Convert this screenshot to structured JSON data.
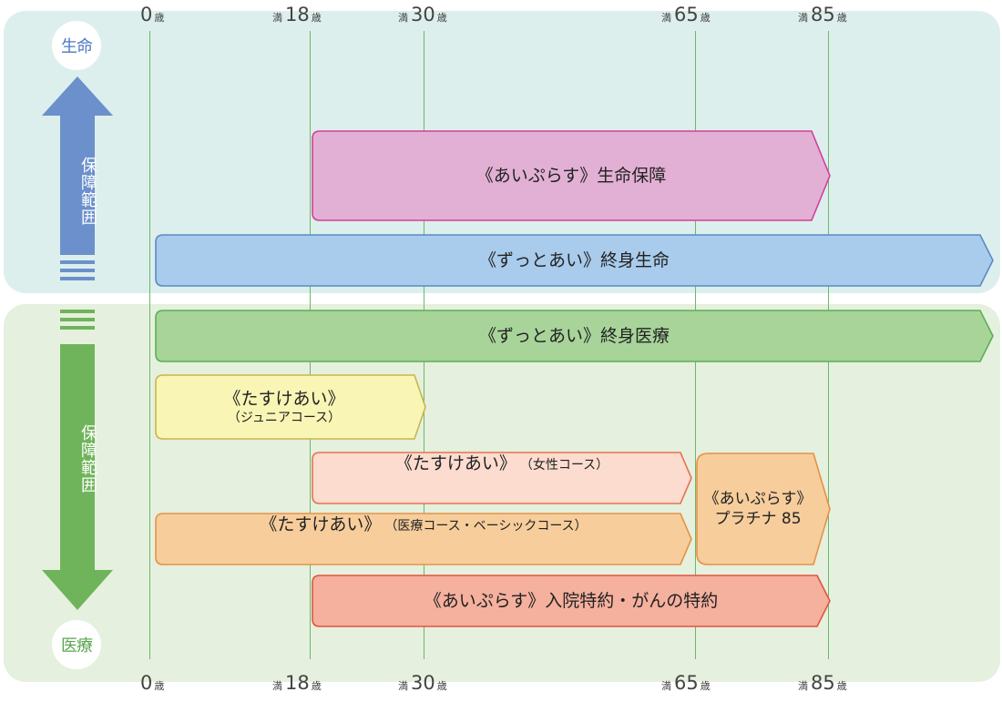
{
  "ticks": [
    {
      "id": "0",
      "pre": "",
      "num": "0",
      "suf": "歳"
    },
    {
      "id": "18",
      "pre": "満",
      "num": "18",
      "suf": "歳"
    },
    {
      "id": "30",
      "pre": "満",
      "num": "30",
      "suf": "歳"
    },
    {
      "id": "65",
      "pre": "満",
      "num": "65",
      "suf": "歳"
    },
    {
      "id": "85",
      "pre": "満",
      "num": "85",
      "suf": "歳"
    }
  ],
  "side": {
    "life_label": "生命",
    "medical_label": "医療",
    "life_range": "保障範囲",
    "medical_range": "保障範囲"
  },
  "bars": {
    "life_guard": {
      "text": "《あいぷらす》生命保障",
      "fill": "#e2b0d4",
      "stroke": "#d43f98"
    },
    "zutto_life": {
      "text": "《ずっとあい》終身生命",
      "fill": "#a9cbec",
      "stroke": "#5b89c5"
    },
    "zutto_med": {
      "text": "《ずっとあい》終身医療",
      "fill": "#a8d49a",
      "stroke": "#58b251"
    },
    "junior": {
      "text": "《たすけあい》",
      "sub": "（ジュニアコース）",
      "fill": "#f9f5b5",
      "stroke": "#c9b64a"
    },
    "women": {
      "text": "《たすけあい》",
      "sub": "（女性コース）",
      "fill": "#fbdccf",
      "stroke": "#e57350"
    },
    "basic": {
      "text": "《たすけあい》",
      "sub": "（医療コース・ベーシックコース）",
      "fill": "#f7cd9c",
      "stroke": "#e39346"
    },
    "platinum": {
      "text": "《あいぷらす》",
      "text2": "プラチナ 85",
      "fill": "#f7cd9c",
      "stroke": "#e39346"
    },
    "hospital": {
      "text": "《あいぷらす》入院特約・がんの特約",
      "fill": "#f5b09e",
      "stroke": "#e0553e"
    }
  },
  "colors": {
    "life_arrow": "#6b90cb",
    "medical_arrow": "#6fb45a",
    "life_panel": "#dcefec",
    "medical_panel": "#e6f0de"
  }
}
